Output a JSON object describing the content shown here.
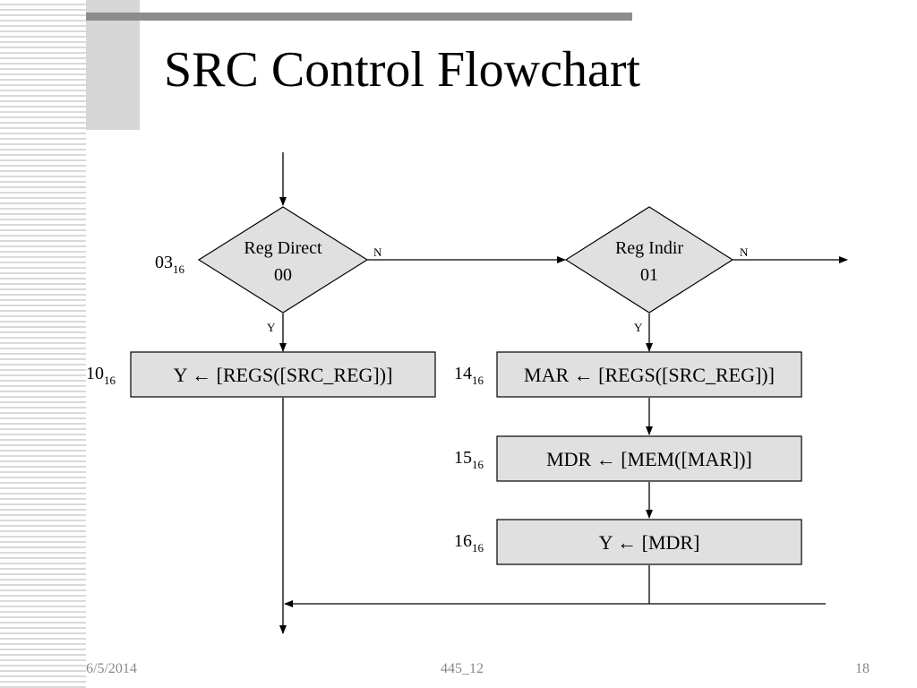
{
  "slide": {
    "title": "SRC Control Flowchart",
    "footer_date": "6/5/2014",
    "footer_center": "445_12",
    "page_number": "18"
  },
  "diagram": {
    "decisions": [
      {
        "line1": "Reg Direct",
        "line2": "00",
        "address": "03",
        "address_base": "16",
        "yes_label": "Y",
        "no_label": "N"
      },
      {
        "line1": "Reg Indir",
        "line2": "01",
        "yes_label": "Y",
        "no_label": "N"
      }
    ],
    "steps": [
      {
        "text": "Y ← [REGS([SRC_REG])]",
        "address": "10",
        "address_base": "16"
      },
      {
        "text": "MAR ← [REGS([SRC_REG])]",
        "address": "14",
        "address_base": "16"
      },
      {
        "text": "MDR ← [MEM([MAR])]",
        "address": "15",
        "address_base": "16"
      },
      {
        "text": "Y ← [MDR]",
        "address": "16",
        "address_base": "16"
      }
    ]
  },
  "colors": {
    "box_fill": "#e0e0e0",
    "accent_bar": "#8c8c8c",
    "footer_text": "#888888"
  }
}
